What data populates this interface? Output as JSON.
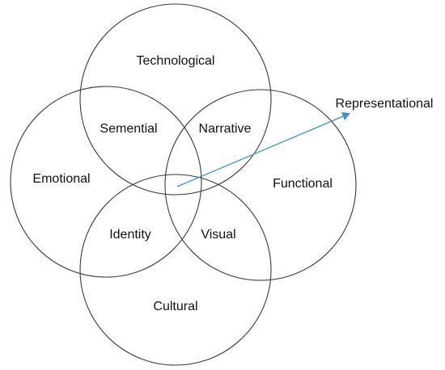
{
  "diagram": {
    "circles": {
      "technological": "Technological",
      "emotional": "Emotional",
      "functional": "Functional",
      "cultural": "Cultural"
    },
    "overlaps": {
      "semential": "Semential",
      "narrative": "Narrative",
      "identity": "Identity",
      "visual": "Visual"
    },
    "arrow_label": "Representational",
    "colors": {
      "circle_stroke": "#3a3a3a",
      "arrow": "#3d8fd1",
      "text": "#111111",
      "background": "#ffffff"
    }
  }
}
